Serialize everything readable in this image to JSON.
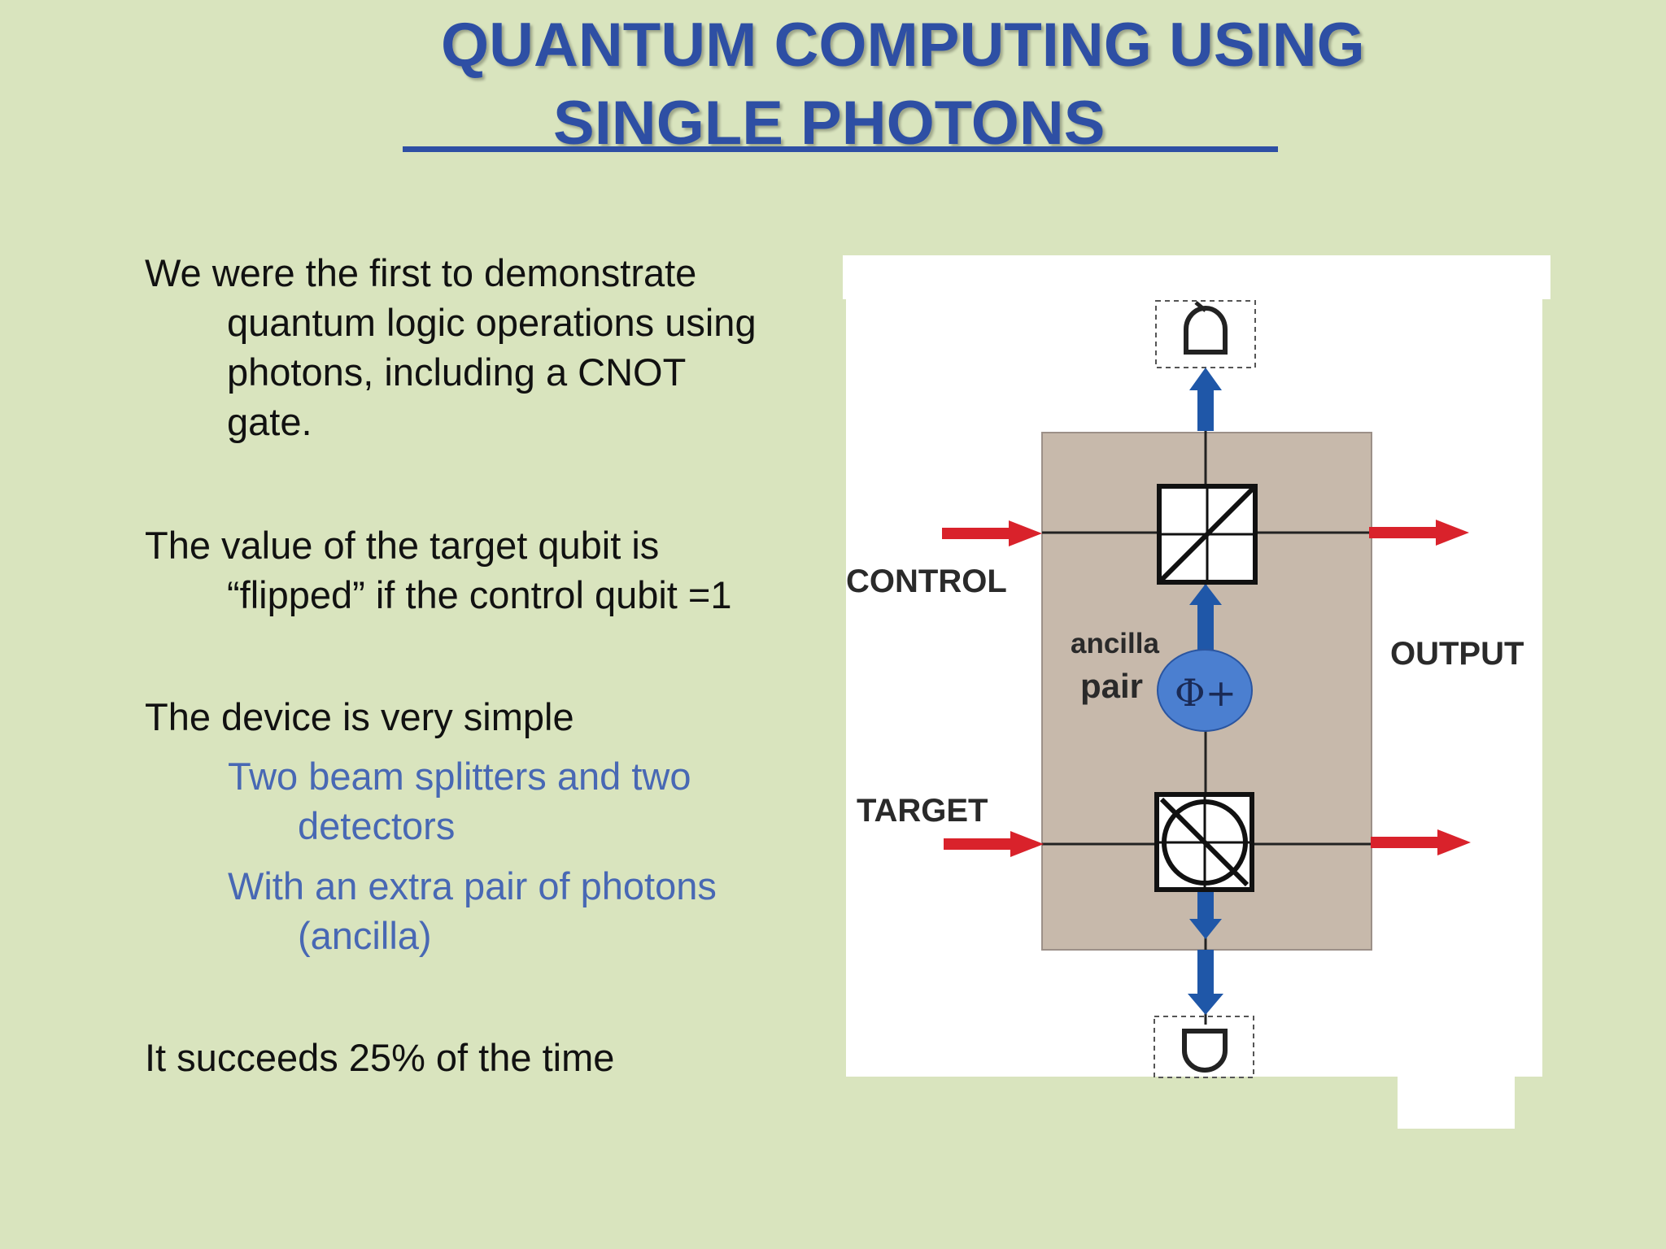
{
  "title": {
    "line1": "QUANTUM COMPUTING USING",
    "line2": "SINGLE PHOTONS"
  },
  "body": {
    "p1": {
      "first": "We were the first to demonstrate",
      "rest": [
        "quantum logic operations using",
        "photons, including a CNOT",
        "gate."
      ]
    },
    "p2": {
      "first": "The value of the target qubit is",
      "rest": [
        "“flipped” if the control qubit =1"
      ]
    },
    "p3": {
      "first": "The device is very simple"
    },
    "sub1": {
      "first": "Two beam splitters and two",
      "rest": [
        "detectors"
      ]
    },
    "sub2": {
      "first": "With an extra pair of photons",
      "rest": [
        "(ancilla)"
      ]
    },
    "p4": {
      "first": "It succeeds 25% of the time"
    }
  },
  "diagram": {
    "labels": {
      "control": "CONTROL",
      "target": "TARGET",
      "output": "OUTPUT",
      "ancilla": "ancilla",
      "pair": "pair",
      "phi": "Φ+"
    },
    "colors": {
      "box": "#c7b9ab",
      "arrow_red": "#d9222b",
      "arrow_blue": "#1f57a8",
      "phi_circle": "#4b7fd0",
      "title_blue": "#2e4fa4",
      "sub_text": "#4868b4"
    },
    "icons": [
      "detector-icon",
      "polarizing-beam-splitter-icon",
      "beam-splitter-icon"
    ]
  }
}
